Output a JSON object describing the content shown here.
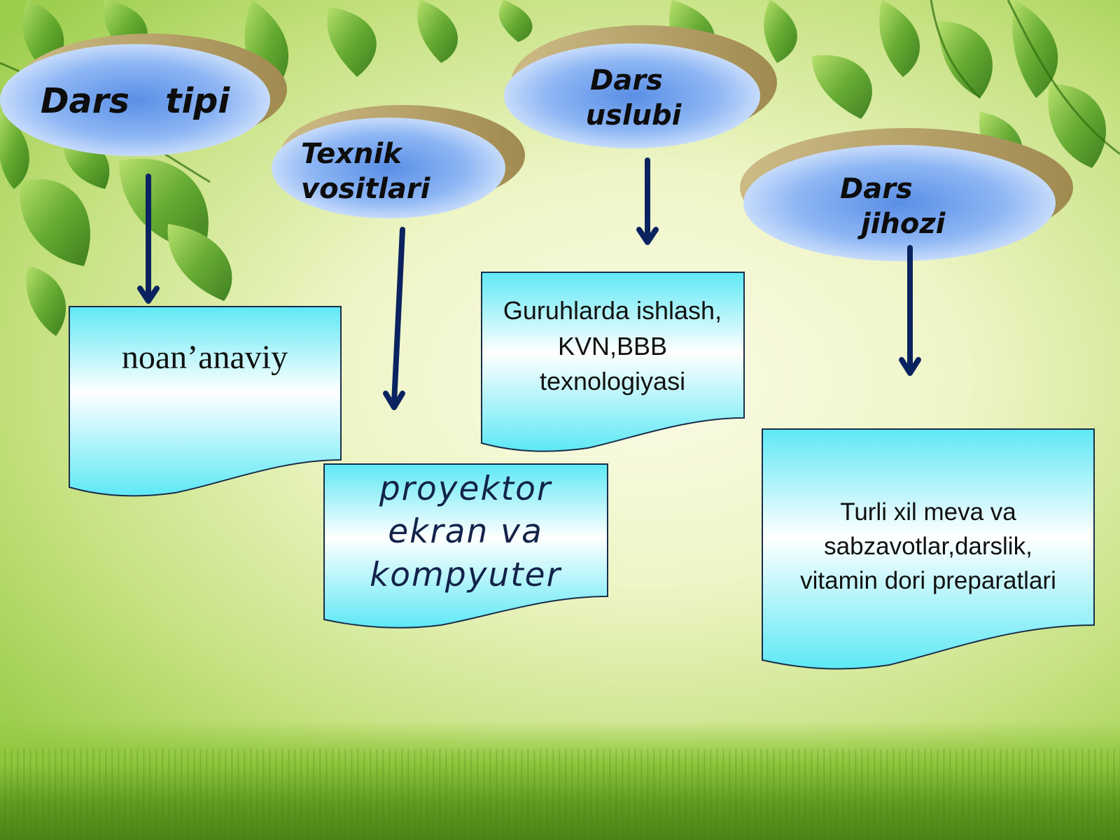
{
  "categories": [
    {
      "title": "Dars   tipi"
    },
    {
      "title_line1": "Texnik",
      "title_line2": "vositlari"
    },
    {
      "title_line1": "Dars",
      "title_line2": "uslubi"
    },
    {
      "title_line1": "Dars",
      "title_line2": "jihozi"
    }
  ],
  "boxes": {
    "dars_tipi": "noan’anaviy",
    "texnik_vositlari": [
      "proyektor",
      "ekran va",
      "kompyuter"
    ],
    "dars_uslubi": [
      "Guruhlarda ishlash,",
      "KVN,BBB",
      "texnologiyasi"
    ],
    "dars_jihozi": [
      "Turli xil meva va",
      "sabzavotlar,darslik,",
      "vitamin dori preparatlari"
    ]
  },
  "colors": {
    "bubble_blue": "#5a8fe6",
    "bubble_light": "#e8f1ff",
    "bubble_rim": "#b8a36b",
    "doc_cyan": "#5ee8f5",
    "arrow": "#0a2360",
    "leaf": "#5ca62a"
  }
}
